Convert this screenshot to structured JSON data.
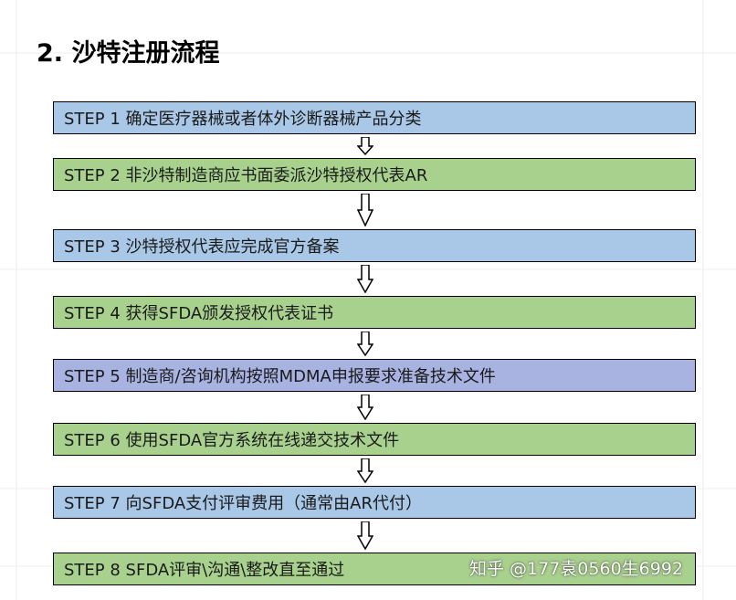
{
  "title": "2. 沙特注册流程",
  "colors": {
    "blue_box": "#a9c7e6",
    "green_box": "#a9d18e",
    "purple_box": "#a9b3e2",
    "border": "#000000"
  },
  "steps": [
    {
      "label": "STEP 1 确定医疗器械或者体外诊断器械产品分类",
      "color": "blue"
    },
    {
      "label": "STEP 2 非沙特制造商应书面委派沙特授权代表AR",
      "color": "green"
    },
    {
      "label": "STEP 3 沙特授权代表应完成官方备案",
      "color": "blue"
    },
    {
      "label": "STEP 4 获得SFDA颁发授权代表证书",
      "color": "green"
    },
    {
      "label": "STEP 5 制造商/咨询机构按照MDMA申报要求准备技术文件",
      "color": "purple"
    },
    {
      "label": "STEP 6 使用SFDA官方系统在线递交技术文件",
      "color": "green"
    },
    {
      "label": "STEP 7 向SFDA支付评审费用（通常由AR代付）",
      "color": "blue"
    },
    {
      "label": "STEP 8 SFDA评审\\沟通\\整改直至通过",
      "color": "green"
    }
  ],
  "connector_icon": "down-arrow-icon",
  "watermark": "知乎 @177袁0560生6992"
}
